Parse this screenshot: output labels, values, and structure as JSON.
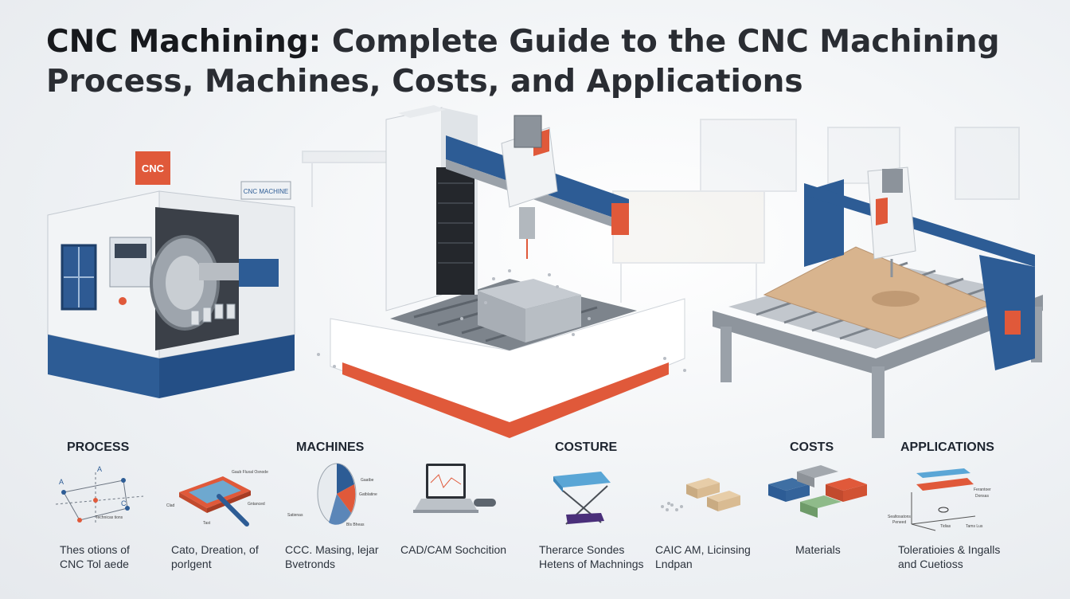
{
  "title": {
    "lead": "CNC Machining:",
    "rest": " Complete Guide to the CNC Machining Process, Machines, Costs, and Applications"
  },
  "machine_labels": {
    "lathe_badge": "CNC",
    "lathe_plate": "CNC MACHINE"
  },
  "sections": [
    {
      "id": "process",
      "heading": "PROCESS"
    },
    {
      "id": "machines",
      "heading": "MACHINES"
    },
    {
      "id": "costure",
      "heading": "COSTURE"
    },
    {
      "id": "costs",
      "heading": "COSTS"
    },
    {
      "id": "applications",
      "heading": "APPLICATIONS"
    }
  ],
  "captions": [
    {
      "line1": "Thes otions of",
      "line2": "CNC Tol aede"
    },
    {
      "line1": "Cato, Dreation, of",
      "line2": "porlgent"
    },
    {
      "line1": "CCC. Masing, lejar",
      "line2": "Bvetronds"
    },
    {
      "line1": "CAD/CAM Sochcition",
      "line2": ""
    },
    {
      "line1": "Therarce Sondes",
      "line2": "Hetens of Machnings"
    },
    {
      "line1": "CAIC AM, Licinsing",
      "line2": "Lndpan"
    },
    {
      "line1": "Materials",
      "line2": ""
    },
    {
      "line1": "Toleratioies & Ingalls",
      "line2": "and Cuetioss"
    }
  ],
  "icon_labels": {
    "process_a1": "A",
    "process_a2": "A",
    "process_c": "C",
    "process_note": "Technicas tions",
    "fixture_top": "Gaub Fluxal Osnode",
    "fixture_left": "Clad",
    "fixture_right": "Gntanced",
    "fixture_bottom": "Tast",
    "pie_right1": "Gaatbe",
    "pie_right2": "Gatblatine",
    "pie_left": "Satienas",
    "pie_bottom": "Bls Bheas",
    "app_right1": "Ferantoer",
    "app_right2": "Donsas",
    "app_left1": "Sealtosatons",
    "app_left2": "Peneed",
    "app_bottom1": "Tidias",
    "app_bottom2": "Tams Lus"
  },
  "colors": {
    "accent_orange": "#e0593a",
    "brand_blue": "#3f6fa3",
    "steel": "#b9bec5",
    "wood": "#d8b48e"
  }
}
